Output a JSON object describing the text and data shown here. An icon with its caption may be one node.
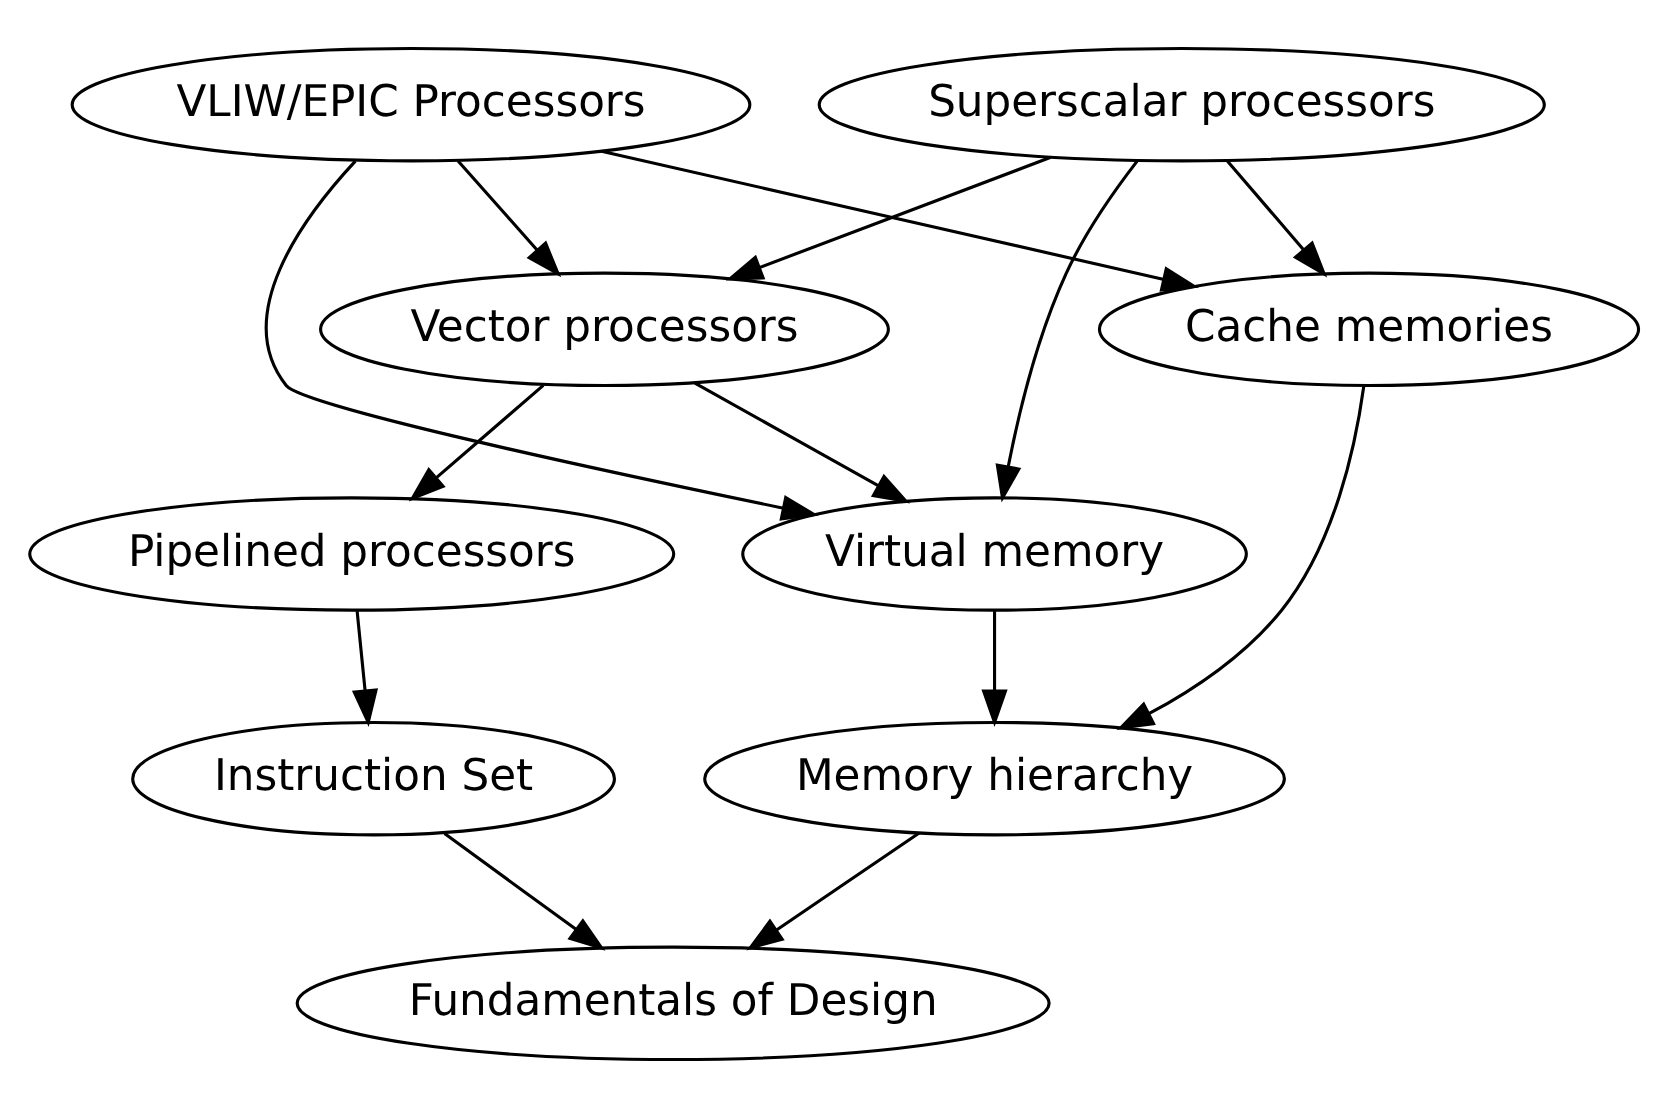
{
  "diagram": {
    "nodes": [
      {
        "text": [
          "VLIW/EPIC Processors"
        ]
      },
      {
        "text": [
          "Superscalar processors"
        ]
      },
      {
        "text": [
          "Cache memories"
        ]
      },
      {
        "text": [
          "Vector processors"
        ]
      },
      {
        "text": [
          "Virtual memory"
        ]
      },
      {
        "text": [
          "Pipelined processors"
        ]
      },
      {
        "text": [
          "Memory hierarchy"
        ]
      },
      {
        "text": [
          "Instruction Set"
        ]
      },
      {
        "text": [
          "Fundamentals of Design"
        ]
      }
    ],
    "edges": [
      {
        "from": 0,
        "to": 2,
        "arrow": "to"
      },
      {
        "from": 0,
        "to": 3,
        "arrow": "to"
      },
      {
        "from": 0,
        "to": 4,
        "arrow": "to"
      },
      {
        "from": 1,
        "to": 2,
        "arrow": "to"
      },
      {
        "from": 1,
        "to": 3,
        "arrow": "to"
      },
      {
        "from": 1,
        "to": 4,
        "arrow": "to"
      },
      {
        "from": 3,
        "to": 4,
        "arrow": "to"
      },
      {
        "from": 3,
        "to": 5,
        "arrow": "to"
      },
      {
        "from": 2,
        "to": 6,
        "arrow": "to"
      },
      {
        "from": 4,
        "to": 6,
        "arrow": "to"
      },
      {
        "from": 5,
        "to": 7,
        "arrow": "to"
      },
      {
        "from": 6,
        "to": 8,
        "arrow": "to"
      },
      {
        "from": 7,
        "to": 8,
        "arrow": "to"
      }
    ]
  }
}
